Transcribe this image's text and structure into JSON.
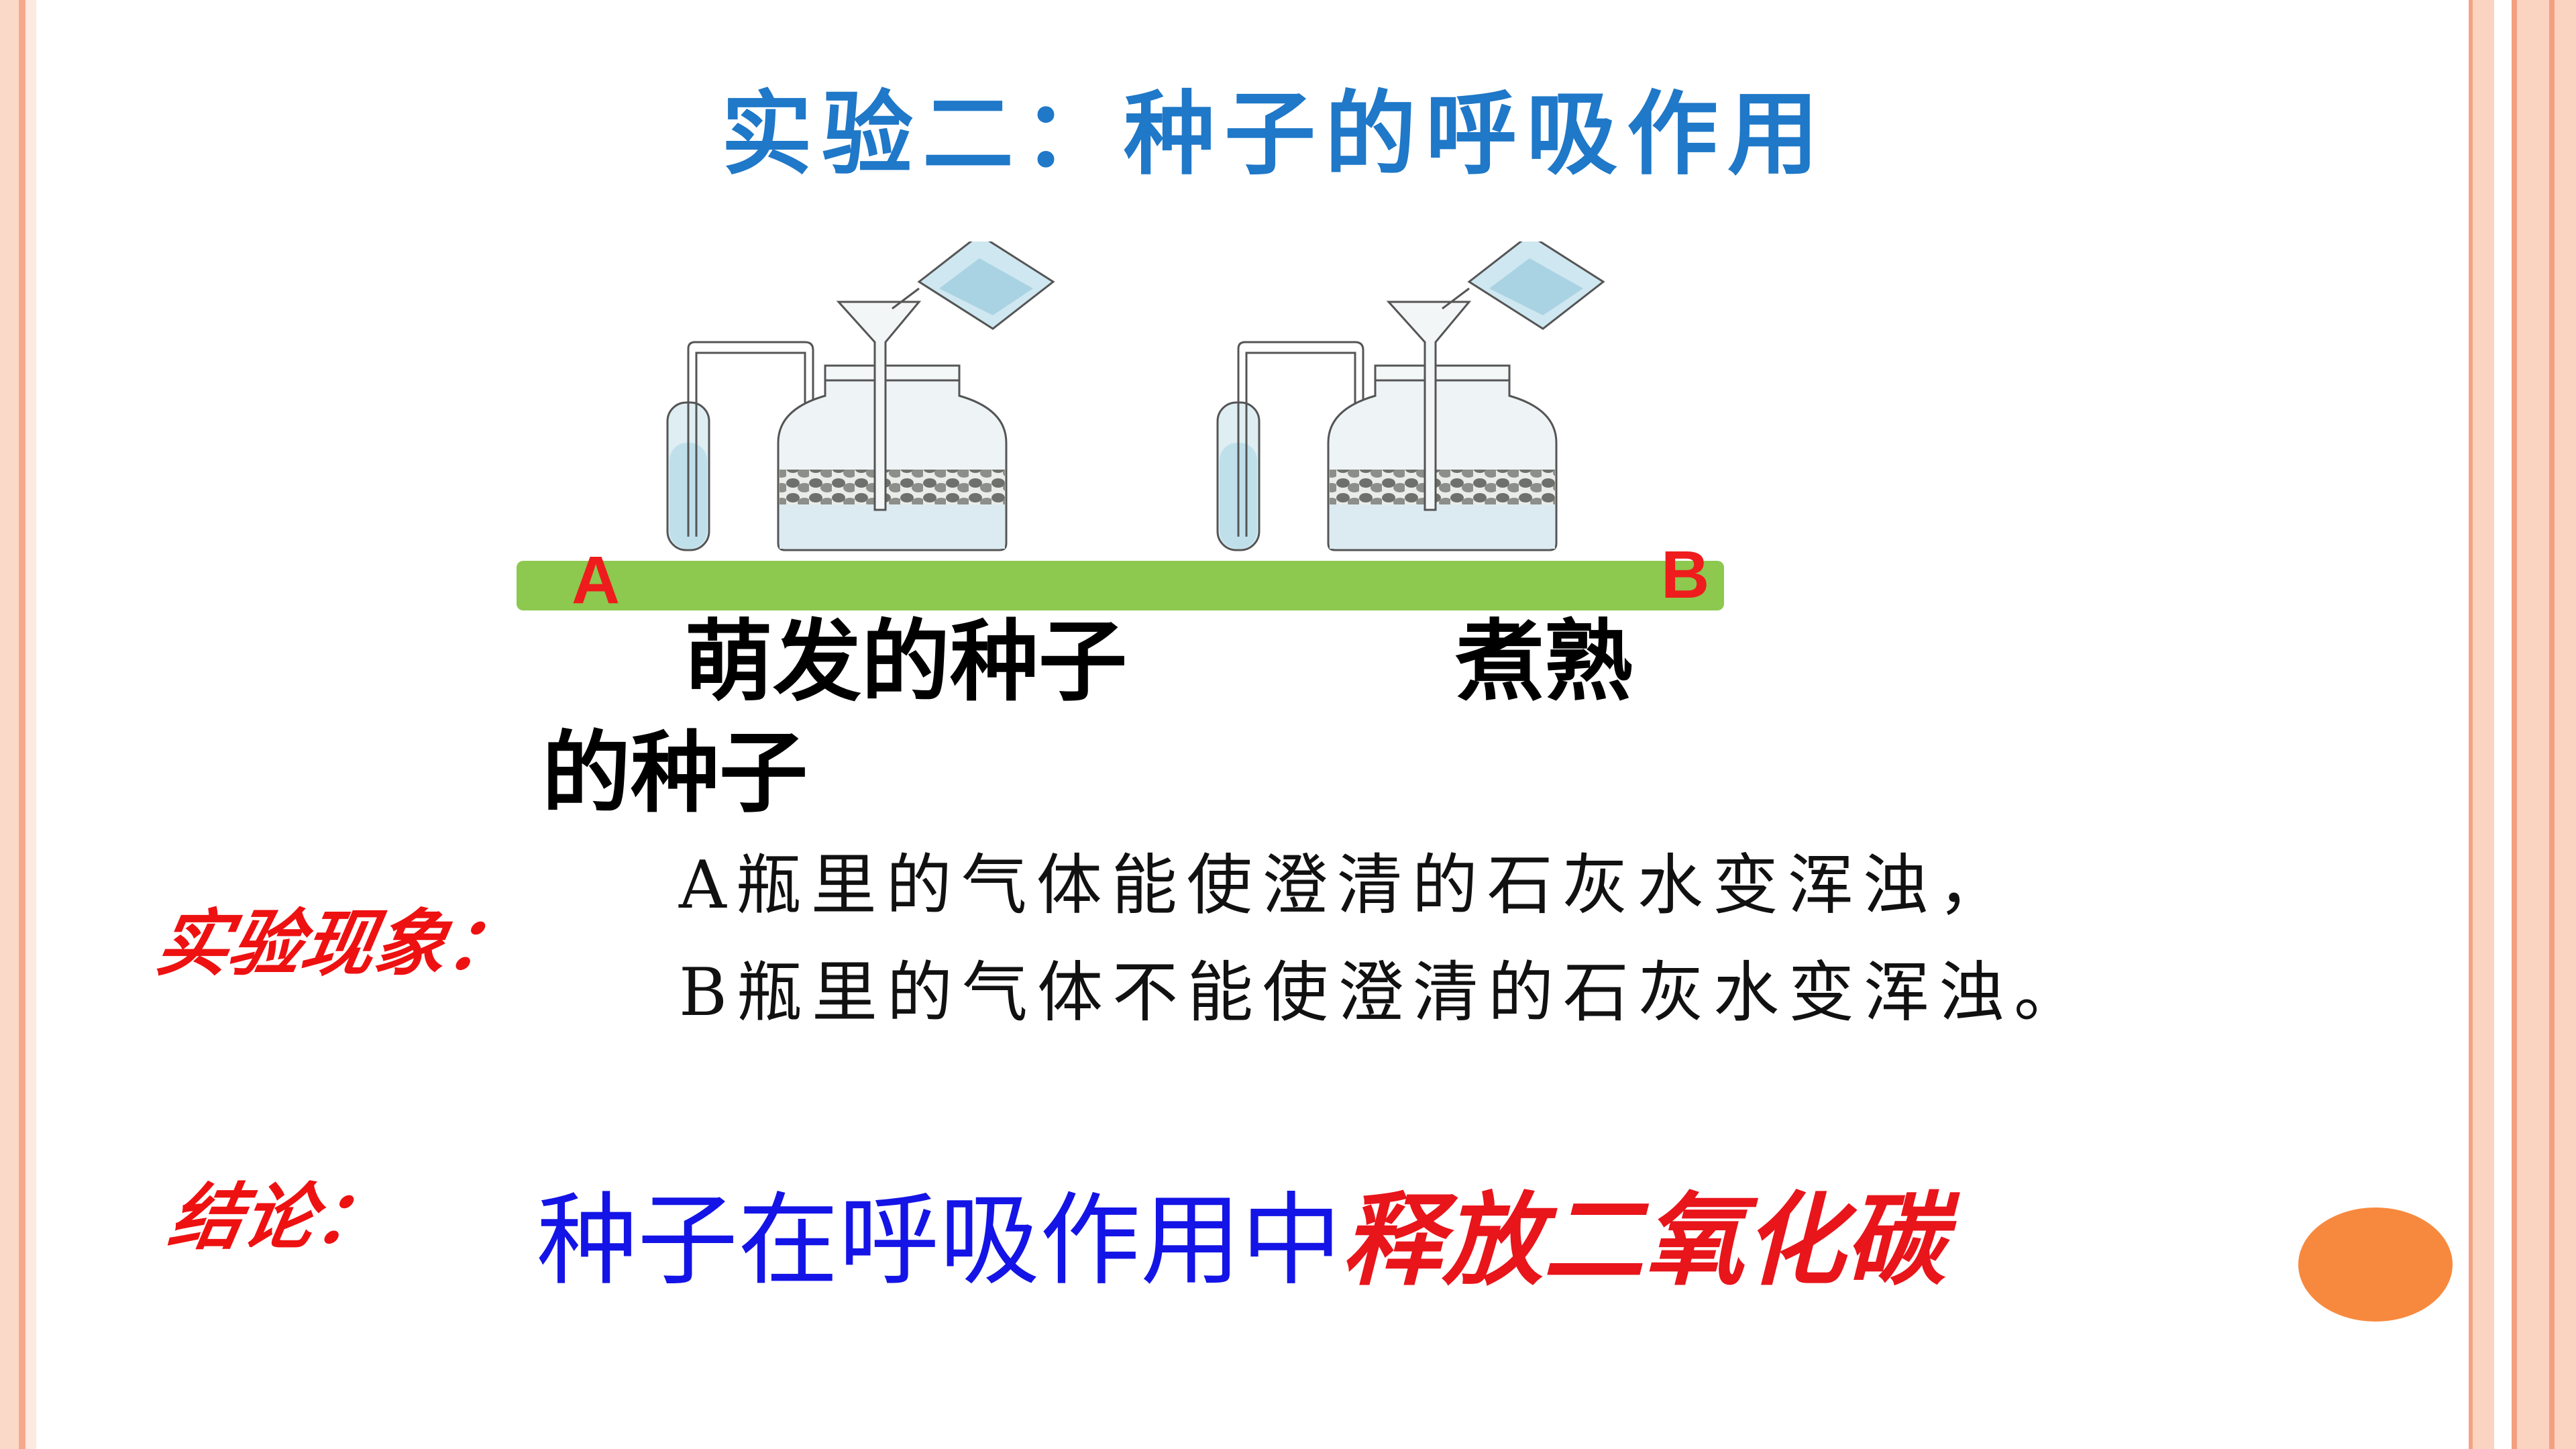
{
  "title": "实验二：种子的呼吸作用",
  "labels": {
    "a": "A",
    "b": "B"
  },
  "captions": {
    "left": "萌发的种子",
    "right": "煮熟",
    "wrap": "的种子"
  },
  "phenomenon": {
    "label": "实验现象：",
    "line1": "A瓶里的气体能使澄清的石灰水变浑浊，",
    "line2": "B瓶里的气体不能使澄清的石灰水变浑浊。"
  },
  "conclusion": {
    "label": "结论：",
    "text_blue": "种子在呼吸作用中",
    "text_red": "释放二氧化碳"
  },
  "colors": {
    "title": "#1f78c8",
    "bar": "#8dc84f",
    "accent_red": "#ee1c1c",
    "blue_text": "#1414e6",
    "orange_dot": "#f7893e"
  }
}
